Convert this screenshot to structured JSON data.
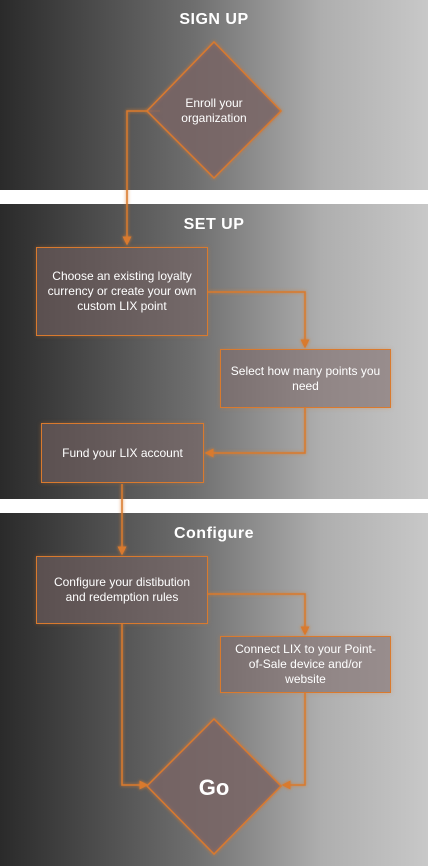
{
  "sections": {
    "signup": {
      "title": "SIGN UP"
    },
    "setup": {
      "title": "SET UP"
    },
    "configure": {
      "title": "Configure"
    }
  },
  "nodes": {
    "enroll": "Enroll your organization",
    "choose": "Choose an existing loyalty currency or create your own custom LIX point",
    "select": "Select how many points you need",
    "fund": "Fund your LIX account",
    "configure_rules": "Configure your distibution and redemption rules",
    "connect": "Connect LIX to your Point-of-Sale device and/or website",
    "go": "Go"
  },
  "colors": {
    "accent": "#d97a2e",
    "text": "#ffffff"
  }
}
